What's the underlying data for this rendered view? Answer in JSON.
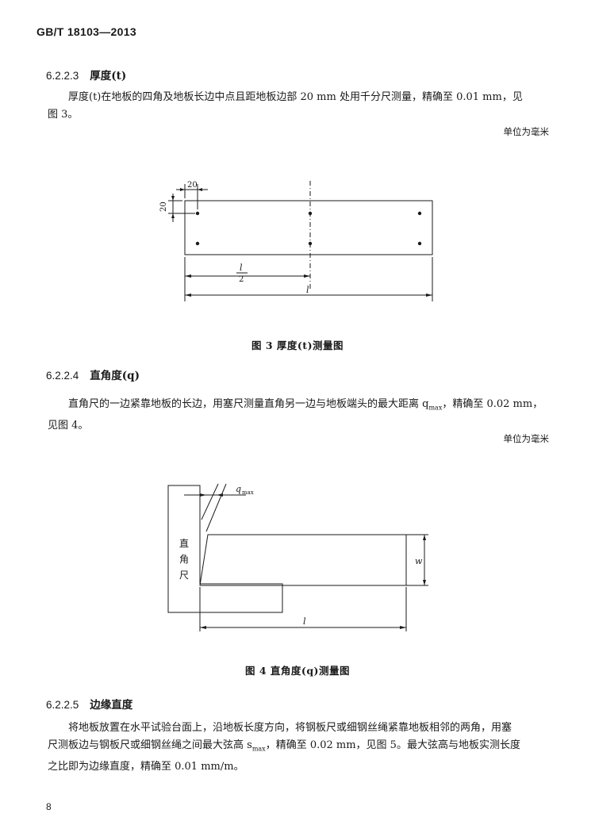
{
  "header": {
    "standard": "GB/T 18103—2013"
  },
  "sec1": {
    "number": "6.2.2.3",
    "title": "厚度(t)",
    "text_line1": "厚度(t)在地板的四角及地板长边中点且距地板边部 20 mm 处用千分尺测量，精确至 0.01 mm，见",
    "text_line2": "图 3。",
    "unit": "单位为毫米"
  },
  "fig3": {
    "dim_top": "20",
    "dim_side": "20",
    "half_label": "l",
    "half_den": "2",
    "full_label": "l",
    "caption": "图 3   厚度(t)测量图"
  },
  "sec2": {
    "number": "6.2.2.4",
    "title": "直角度(q)",
    "text_line1": "直角尺的一边紧靠地板的长边，用塞尺测量直角另一边与地板端头的最大距离 q",
    "text_sub": "max",
    "text_line1b": "，精确至 0.02 mm，",
    "text_line2": "见图 4。",
    "unit": "单位为毫米"
  },
  "fig4": {
    "q_label": "q",
    "q_sub": "max",
    "ruler_chars": [
      "直",
      "角",
      "尺"
    ],
    "w_label": "w",
    "l_label": "l",
    "caption": "图 4   直角度(q)测量图"
  },
  "sec3": {
    "number": "6.2.2.5",
    "title": "边缘直度",
    "text_line1": "将地板放置在水平试验台面上，沿地板长度方向，将钢板尺或细钢丝绳紧靠地板相邻的两角，用塞",
    "text_line2a": "尺测板边与钢板尺或细钢丝绳之间最大弦高 s",
    "text_sub": "max",
    "text_line2b": "，精确至 0.02 mm，见图 5。最大弦高与地板实测长度",
    "text_line3": "之比即为边缘直度，精确至 0.01 mm/m。"
  },
  "footer": {
    "page_number": "8"
  }
}
